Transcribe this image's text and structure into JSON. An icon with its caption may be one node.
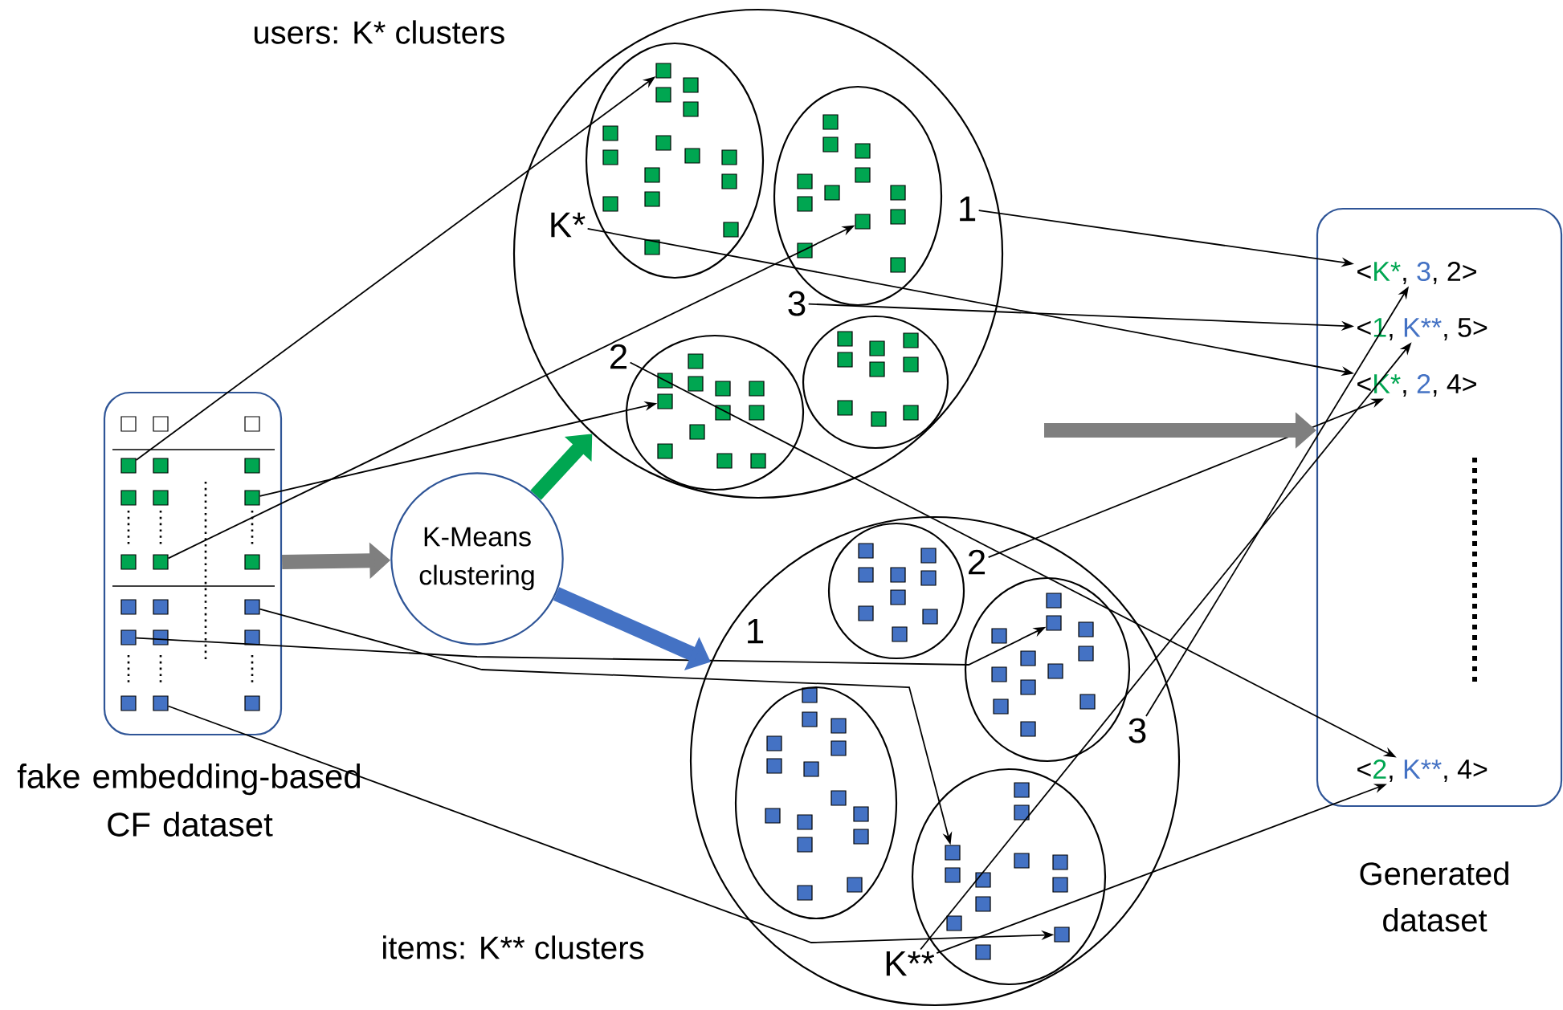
{
  "diagram": {
    "nodes": [
      {
        "text": [
          "fake embedding-based CF dataset"
        ]
      },
      {
        "text": [],
        "shape": "box",
        "in": 0
      },
      {
        "text": [],
        "shape": "box",
        "in": 0
      },
      {
        "text": [],
        "shape": "box",
        "in": 0
      },
      {
        "text": [],
        "shape": "box",
        "in": 0
      },
      {
        "text": [],
        "shape": "box",
        "in": 0
      },
      {
        "text": [],
        "shape": "box",
        "in": 0
      },
      {
        "text": [
          "K-Means clustering"
        ]
      },
      {
        "text": [
          "users: K* clusters"
        ]
      },
      {
        "text": [],
        "shape": "ellipse",
        "in": 8
      },
      {
        "text": [],
        "shape": "box",
        "in": 9
      },
      {
        "text": [],
        "shape": "ellipse",
        "in": 8
      },
      {
        "text": [],
        "shape": "box",
        "in": 11
      },
      {
        "text": [],
        "shape": "ellipse",
        "in": 8
      },
      {
        "text": [],
        "shape": "box",
        "in": 13
      },
      {
        "text": [],
        "shape": "circle",
        "in": 8
      },
      {
        "text": [
          "K*"
        ],
        "in": 8
      },
      {
        "text": [
          "1"
        ],
        "in": 8
      },
      {
        "text": [
          "3"
        ],
        "in": 8
      },
      {
        "text": [
          "2"
        ],
        "in": 8
      },
      {
        "text": [
          "items: K** clusters"
        ]
      },
      {
        "text": [],
        "shape": "circle",
        "in": 20
      },
      {
        "text": [],
        "shape": "ellipse",
        "in": 20
      },
      {
        "text": [],
        "shape": "box",
        "in": 22
      },
      {
        "text": [],
        "shape": "ellipse",
        "in": 20
      },
      {
        "text": [],
        "shape": "ellipse",
        "in": 20
      },
      {
        "text": [],
        "shape": "box",
        "in": 25
      },
      {
        "text": [],
        "shape": "box",
        "in": 25
      },
      {
        "text": [
          "2"
        ],
        "in": 20
      },
      {
        "text": [
          "3"
        ],
        "in": 20
      },
      {
        "text": [
          "K**"
        ],
        "in": 20
      },
      {
        "text": [
          "Generated dataset"
        ]
      },
      {
        "text": [
          "<",
          "K*",
          ", ",
          "3",
          ", 2>"
        ],
        "in": 31
      },
      {
        "text": [
          "<",
          "1",
          ", ",
          "K**",
          ", 5>"
        ],
        "in": 31
      },
      {
        "text": [
          "<",
          "K*",
          ", ",
          "2",
          ", 4>"
        ],
        "in": 31
      },
      {
        "text": [
          "<",
          "2",
          ", ",
          "K**",
          ", 4>"
        ],
        "in": 31
      }
    ],
    "edges": [
      {
        "from": 1,
        "to": 10,
        "arrow": "to"
      },
      {
        "from": 2,
        "to": 14,
        "arrow": "to"
      },
      {
        "from": 3,
        "to": 12,
        "arrow": "to"
      },
      {
        "from": 4,
        "to": 26,
        "arrow": "to"
      },
      {
        "from": 5,
        "to": 23,
        "arrow": "to"
      },
      {
        "from": 6,
        "to": 27,
        "arrow": "to"
      },
      {
        "from": 17,
        "to": 32,
        "arrow": "to"
      },
      {
        "from": 18,
        "to": 33,
        "arrow": "to"
      },
      {
        "from": 16,
        "to": 34,
        "arrow": "to"
      },
      {
        "from": 19,
        "to": 35,
        "arrow": "to"
      },
      {
        "from": 28,
        "to": 34,
        "arrow": "to"
      },
      {
        "from": 29,
        "to": 32,
        "arrow": "to"
      },
      {
        "from": 30,
        "to": 33,
        "arrow": "to"
      },
      {
        "from": 30,
        "to": 35,
        "arrow": "to"
      },
      {
        "from": 0,
        "to": 7,
        "arrow": "to",
        "style": "thick",
        "color": "#7f7f7f"
      },
      {
        "from": 7,
        "to": 8,
        "arrow": "to",
        "style": "thick",
        "color": "#00a651"
      },
      {
        "from": 7,
        "to": 20,
        "arrow": "to",
        "style": "thick",
        "color": "#4472c4"
      },
      {
        "from": null,
        "to": 31,
        "arrow": "to",
        "style": "thick",
        "color": "#7f7f7f"
      }
    ],
    "labels": [
      "1"
    ]
  }
}
